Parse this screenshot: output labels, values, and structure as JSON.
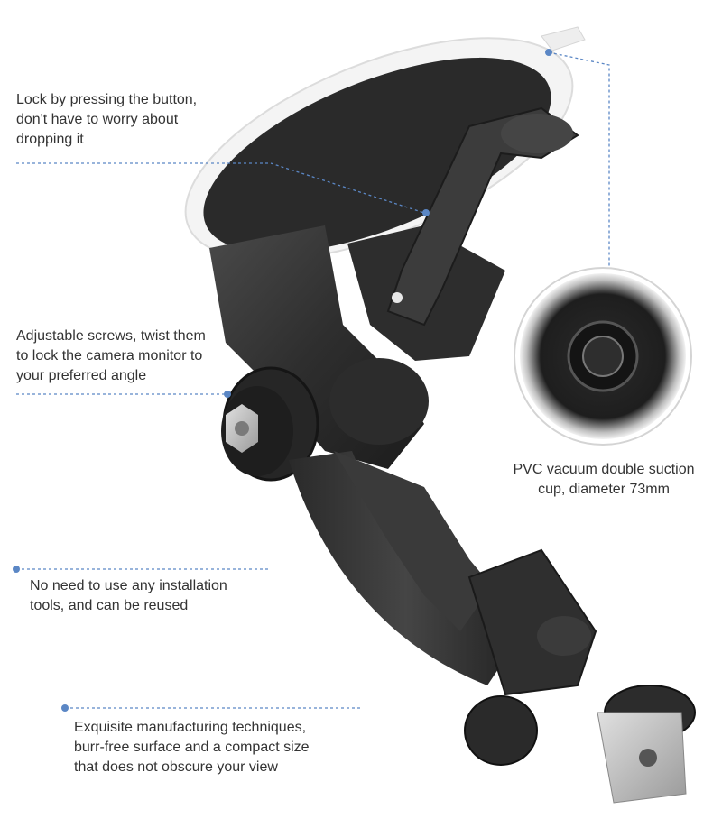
{
  "callouts": {
    "lock_button": {
      "lines": [
        "Lock by pressing the button,",
        "don't have to worry about",
        "dropping it"
      ]
    },
    "adjustable_screws": {
      "lines": [
        "Adjustable screws, twist them",
        "to lock the camera monitor to",
        "your preferred angle"
      ]
    },
    "suction_cup": {
      "lines": [
        "PVC vacuum double suction",
        "cup, diameter 73mm"
      ]
    },
    "no_tools": {
      "lines": [
        "No need to use any installation",
        "tools, and can be reused"
      ]
    },
    "manufacturing": {
      "lines": [
        "Exquisite manufacturing techniques,",
        "burr-free surface and a compact size",
        "that does not obscure your view"
      ]
    }
  },
  "colors": {
    "background": "#ffffff",
    "text": "#333333",
    "leader_line": "#5b87c5",
    "mount_body": "#3a3a3a",
    "mount_dark": "#1f1f1f",
    "suction_rim": "#e4e4e4"
  }
}
